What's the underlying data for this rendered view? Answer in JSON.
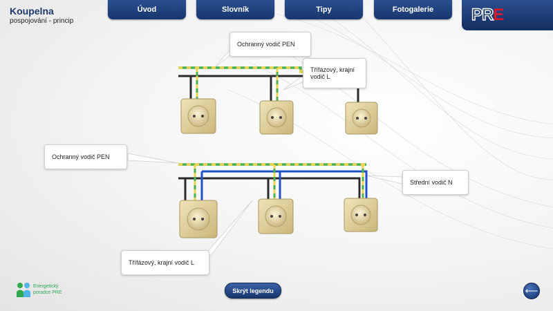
{
  "header": {
    "title": "Koupelna",
    "subtitle": "pospojování - princip"
  },
  "nav": [
    "Úvod",
    "Slovník",
    "Tipy",
    "Fotogalerie"
  ],
  "logo": {
    "part1": "PR",
    "part2": "E"
  },
  "callouts": {
    "top_pen": "Ochranný vodič PEN",
    "top_phase": "Třífázový, krajní vodič L",
    "bottom_pen": "Ochranný vodič PEN",
    "bottom_neutral": "Střední vodič N",
    "bottom_phase": "Třífázový, krajní vodič L"
  },
  "bottom_logo": {
    "line1": "Energetický",
    "line2": "poradce PRE"
  },
  "buttons": {
    "hide_legend": "Skrýt legendu",
    "back": "⟵"
  },
  "colors": {
    "navy": "#1b3a6b",
    "pen_green": "#4caf50",
    "pen_yellow": "#e8d44d",
    "neutral_blue": "#1f4fc9",
    "phase_black": "#222222"
  }
}
